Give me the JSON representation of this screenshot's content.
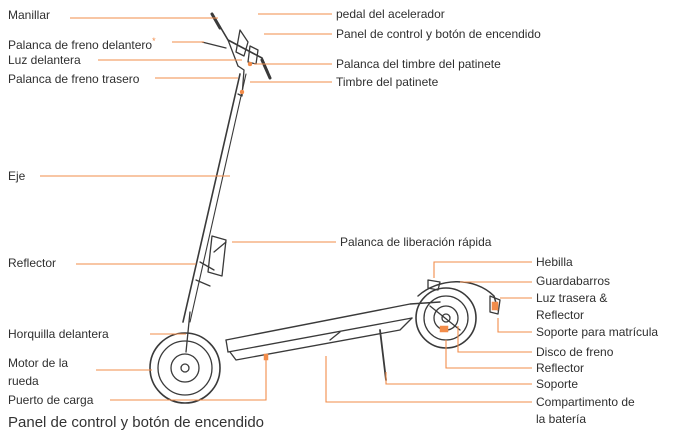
{
  "labels": {
    "manillar": "Manillar",
    "freno_delantero": "Palanca de freno delantero",
    "freno_delantero_mark": "*",
    "luz_delantera": "Luz delantera",
    "freno_trasero": "Palanca de freno trasero",
    "eje": "Eje",
    "reflector_left": "Reflector",
    "horquilla": "Horquilla delantera",
    "motor_1": "Motor de la",
    "motor_2": "rueda",
    "puerto": "Puerto de carga",
    "pedal": "pedal del acelerador",
    "panel": "Panel de control y botón de encendido",
    "palanca_timbre": "Palanca del timbre del patinete",
    "timbre": "Timbre del patinete",
    "liberacion": "Palanca de liberación rápida",
    "hebilla": "Hebilla",
    "guardabarros": "Guardabarros",
    "luz_trasera_1": "Luz trasera &",
    "luz_trasera_2": "Reflector",
    "soporte_matricula": "Soporte para matrícula",
    "disco": "Disco de freno",
    "reflector_right": "Reflector",
    "soporte": "Soporte",
    "compartimento_1": "Compartimento de",
    "compartimento_2": "la batería"
  },
  "caption": "Panel de control y botón de encendido",
  "colors": {
    "accent": "#f28c4a",
    "line": "#3a3a3a"
  }
}
